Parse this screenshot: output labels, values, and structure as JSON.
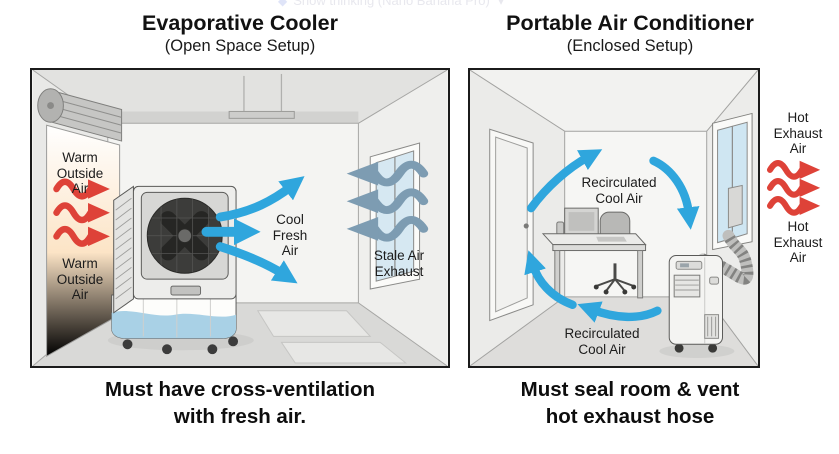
{
  "watermark": {
    "icon": "◆",
    "text": "Show thinking (Nano Banana Pro)",
    "chevron": "▾"
  },
  "left_panel": {
    "title": "Evaporative Cooler",
    "subtitle": "(Open Space Setup)",
    "caption": "Must have cross-ventilation\nwith fresh air.",
    "labels": {
      "warm_top": "Warm\nOutside\nAir",
      "warm_bottom": "Warm\nOutside\nAir",
      "cool_fresh": "Cool\nFresh\nAir",
      "stale_exhaust": "Stale Air\nExhaust"
    }
  },
  "right_panel": {
    "title": "Portable Air Conditioner",
    "subtitle": "(Enclosed Setup)",
    "caption": "Must seal room & vent\nhot exhaust hose",
    "labels": {
      "recirculated_top": "Recirculated\nCool Air",
      "recirculated_bottom": "Recirculated\nCool Air",
      "hot_exhaust_top": "Hot\nExhaust\nAir",
      "hot_exhaust_bottom": "Hot\nExhaust\nAir"
    }
  },
  "colors": {
    "cool_air": "#2fa6dd",
    "warm_air": "#de4238",
    "stale_air": "#7d9cb2",
    "water_tank": "#a9d1e6",
    "warm_glow": "#f8cf9f",
    "panel_border": "#1b1b1b"
  }
}
